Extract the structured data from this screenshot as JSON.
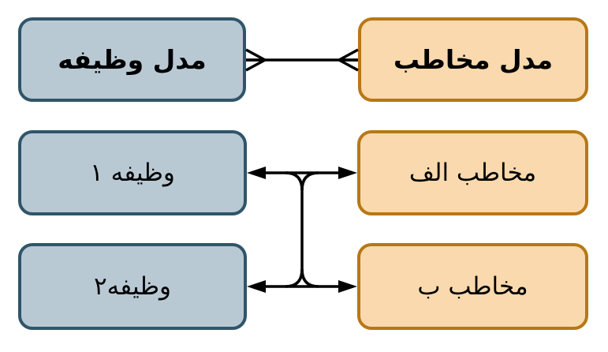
{
  "diagram": {
    "direction": "rtl",
    "background": "#ffffff",
    "colors": {
      "function_fill": "#b9c9d4",
      "function_border": "#2f5568",
      "audience_fill": "#f9d9ad",
      "audience_border": "#b87716",
      "connector": "#000000",
      "text": "#000000"
    },
    "nodes": {
      "function_model": {
        "label": "مدل وظیفه",
        "style": "blue",
        "emphasis": "bold"
      },
      "audience_model": {
        "label": "مدل مخاطب",
        "style": "orange",
        "emphasis": "bold"
      },
      "function_1": {
        "label": "وظیفه ۱",
        "style": "blue",
        "emphasis": "normal"
      },
      "audience_a": {
        "label": "مخاطب الف",
        "style": "orange",
        "emphasis": "normal"
      },
      "function_2": {
        "label": "وظیفه۲",
        "style": "blue",
        "emphasis": "normal"
      },
      "audience_b": {
        "label": "مخاطب ب",
        "style": "orange",
        "emphasis": "normal"
      }
    },
    "edges": [
      {
        "from": "audience_model",
        "to": "function_model",
        "notation": "crow-foot-many-to-many"
      },
      {
        "from": "audience_a",
        "to": "function_1",
        "notation": "double-headed-arrow"
      },
      {
        "from": "audience_b",
        "to": "function_2",
        "notation": "double-headed-arrow"
      },
      {
        "from": "row-2-edge",
        "to": "row-3-edge",
        "notation": "curved-vertical-branch"
      }
    ]
  }
}
